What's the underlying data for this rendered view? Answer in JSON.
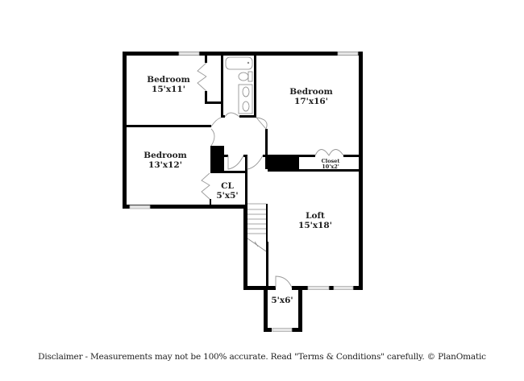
{
  "floorplan": {
    "colors": {
      "wall": "#000000",
      "window": "#cccccc",
      "door": "#999999",
      "text": "#222222",
      "background": "#ffffff"
    },
    "rooms": [
      {
        "id": "bedroom-1",
        "name": "Bedroom",
        "dimensions": "15'x11'"
      },
      {
        "id": "bedroom-2",
        "name": "Bedroom",
        "dimensions": "17'x16'"
      },
      {
        "id": "bedroom-3",
        "name": "Bedroom",
        "dimensions": "13'x12'"
      },
      {
        "id": "closet-large",
        "name": "Closet",
        "dimensions": "10'x2'"
      },
      {
        "id": "closet-cl",
        "name": "CL",
        "dimensions": "5'x5'"
      },
      {
        "id": "loft",
        "name": "Loft",
        "dimensions": "15'x18'"
      },
      {
        "id": "small-room",
        "name": "",
        "dimensions": "5'x6'"
      }
    ],
    "fixtures": [
      "bathtub",
      "toilet",
      "double-sink",
      "staircase"
    ]
  },
  "footer": {
    "disclaimer": "Disclaimer - Measurements may not be 100% accurate. Read \"Terms & Conditions\" carefully. © PlanOmatic"
  }
}
